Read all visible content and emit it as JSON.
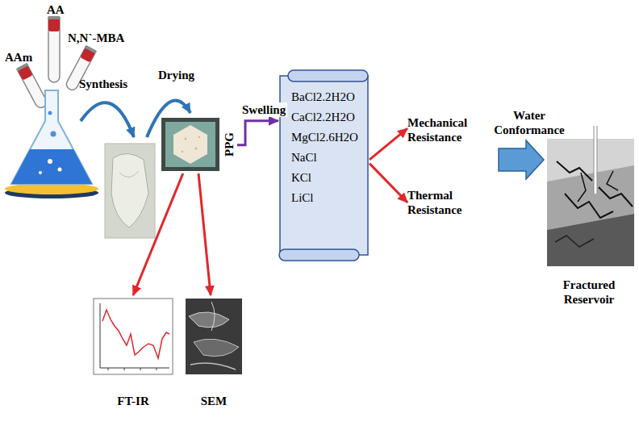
{
  "diagram": {
    "nodes": [
      {
        "text": [
          "PPG"
        ]
      },
      {
        "text": [
          "BaCl2.2H2O",
          "CaCl2.2H2O",
          "MgCl2.6H2O",
          "NaCl",
          "KCl",
          "LiCl"
        ]
      },
      {
        "text": [
          "Mechanical Resistance"
        ]
      },
      {
        "text": [
          "Thermal Resistance"
        ]
      },
      {
        "text": [
          "Fractured Reservoir"
        ]
      },
      {
        "text": [
          "FT-IR"
        ]
      },
      {
        "text": [
          "SEM"
        ]
      }
    ],
    "edges": [
      {
        "from": 0,
        "to": 1,
        "label": "Swelling",
        "arrow": "to"
      },
      {
        "from": 1,
        "to": 2,
        "arrow": "to"
      },
      {
        "from": 1,
        "to": 3,
        "arrow": "to"
      },
      {
        "from": 0,
        "to": 5,
        "arrow": "to"
      },
      {
        "from": 0,
        "to": 6,
        "arrow": "to"
      }
    ],
    "labels": [
      "AAm",
      "AA",
      "N,N`-MBA",
      "Synthesis",
      "Drying",
      "Water Conformance"
    ]
  }
}
